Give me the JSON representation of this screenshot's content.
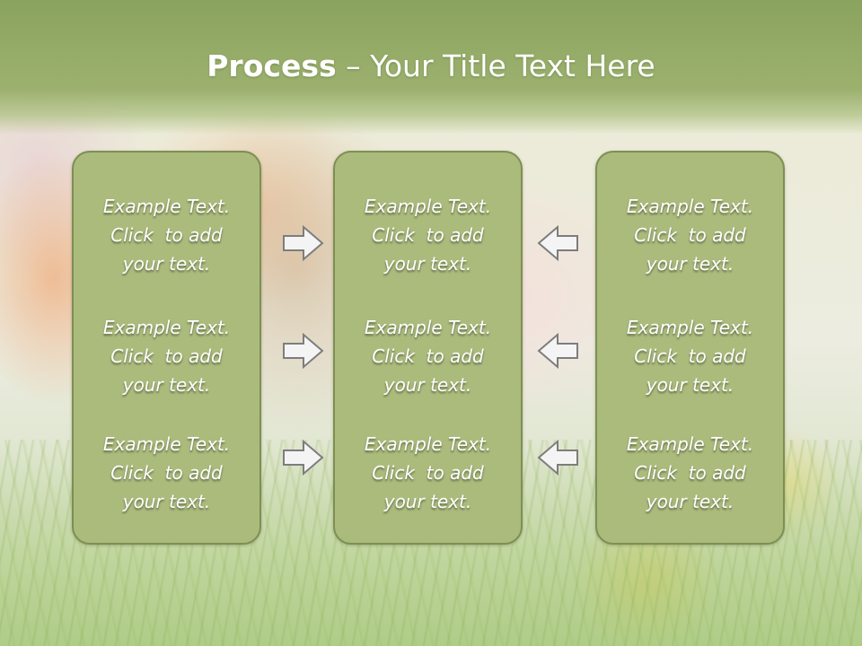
{
  "slide": {
    "title_bold": "Process",
    "title_rest": " – Your Title Text Here"
  },
  "columns": [
    {
      "items": [
        {
          "line1": "Example Text.",
          "line2": "Click  to add",
          "line3": "your text."
        },
        {
          "line1": "Example Text.",
          "line2": "Click  to add",
          "line3": "your text."
        },
        {
          "line1": "Example Text.",
          "line2": "Click  to add",
          "line3": "your text."
        }
      ]
    },
    {
      "items": [
        {
          "line1": "Example Text.",
          "line2": "Click  to add",
          "line3": "your text."
        },
        {
          "line1": "Example Text.",
          "line2": "Click  to add",
          "line3": "your text."
        },
        {
          "line1": "Example Text.",
          "line2": "Click  to add",
          "line3": "your text."
        }
      ]
    },
    {
      "items": [
        {
          "line1": "Example Text.",
          "line2": "Click  to add",
          "line3": "your text."
        },
        {
          "line1": "Example Text.",
          "line2": "Click  to add",
          "line3": "your text."
        },
        {
          "line1": "Example Text.",
          "line2": "Click  to add",
          "line3": "your text."
        }
      ]
    }
  ],
  "arrows": {
    "left_group": "right-arrow-icon",
    "right_group": "left-arrow-icon"
  },
  "colors": {
    "header": "#9db16f",
    "panel_fill": "#abbb7c",
    "panel_border": "#7e8f54",
    "text": "#ffffff"
  }
}
